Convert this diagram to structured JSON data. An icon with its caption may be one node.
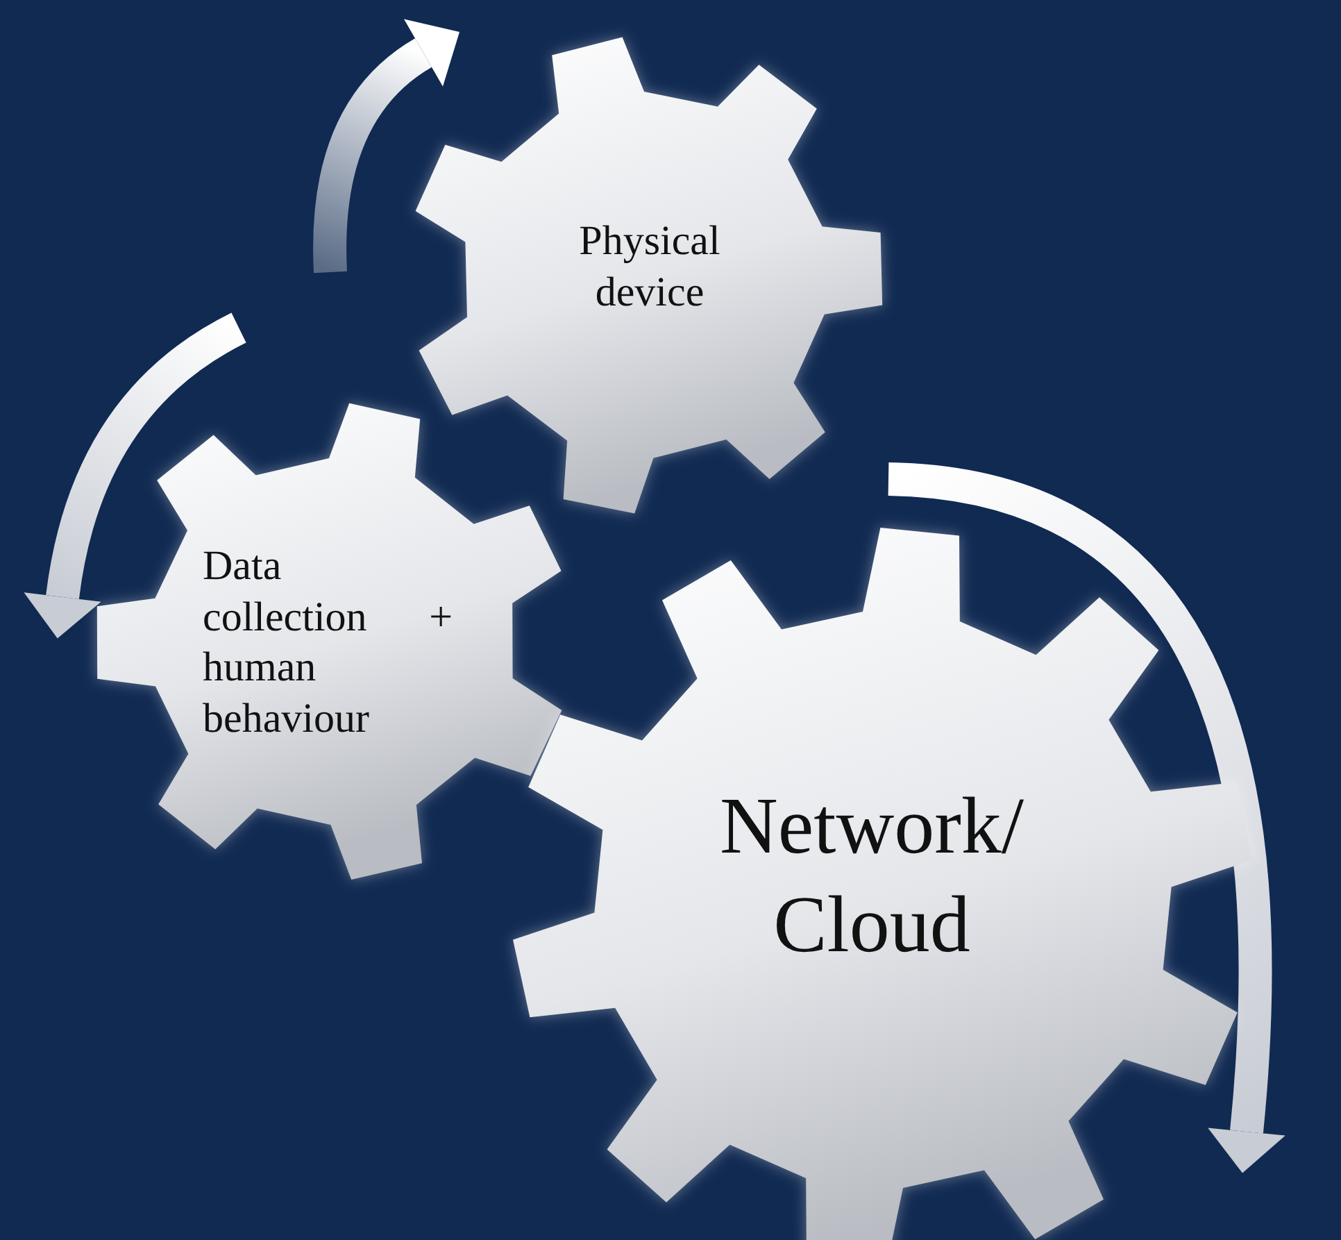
{
  "diagram": {
    "nodes": [
      {
        "text": [
          "Physical device"
        ]
      },
      {
        "text": [
          "Data collection + human behaviour"
        ]
      },
      {
        "text": [
          "Network/ Cloud"
        ]
      }
    ]
  }
}
